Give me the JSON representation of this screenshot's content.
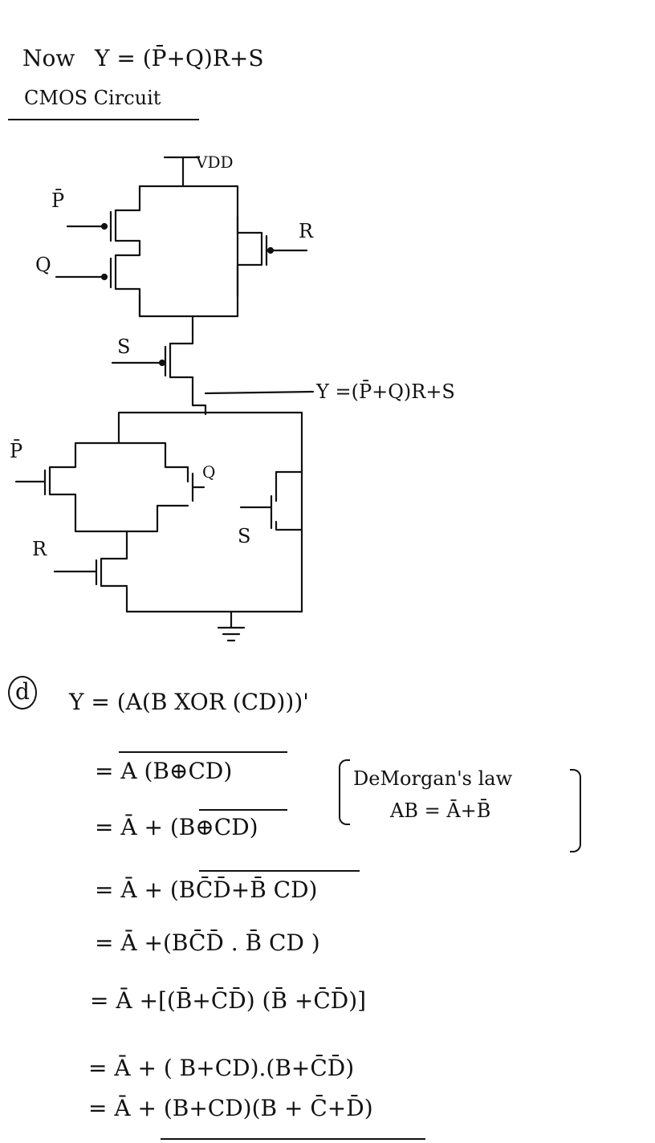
{
  "header": {
    "now_label": "Now",
    "equation": "Y = (P̄+Q)R+S",
    "circuit_title": "CMOS Circuit"
  },
  "circuit": {
    "vdd_label": "VDD",
    "pmos_inputs": [
      "P̄",
      "Q",
      "R",
      "S"
    ],
    "nmos_inputs": [
      "P̄",
      "Q",
      "S",
      "R"
    ],
    "output_label": "Y =(P̄+Q)R+S"
  },
  "solution": {
    "number": "d",
    "question": "Y = (A(B XOR (CD)))'",
    "steps": [
      "= A (B⊕CD)",
      "= Ā + (B⊕CD)",
      "= Ā + (BC̄D̄+B̄ CD)",
      "= Ā +(BC̄D̄ . B̄ CD )",
      "= Ā +[(B̄+C̄D̄) (B̄ +C̄D̄)]",
      "= Ā + ( B+CD).(B+C̄D̄)",
      "= Ā + (B+CD)(B + C̄+D̄)"
    ],
    "demorgan_title": "DeMorgan's law",
    "demorgan_rule": "AB = Ā+B̄"
  }
}
